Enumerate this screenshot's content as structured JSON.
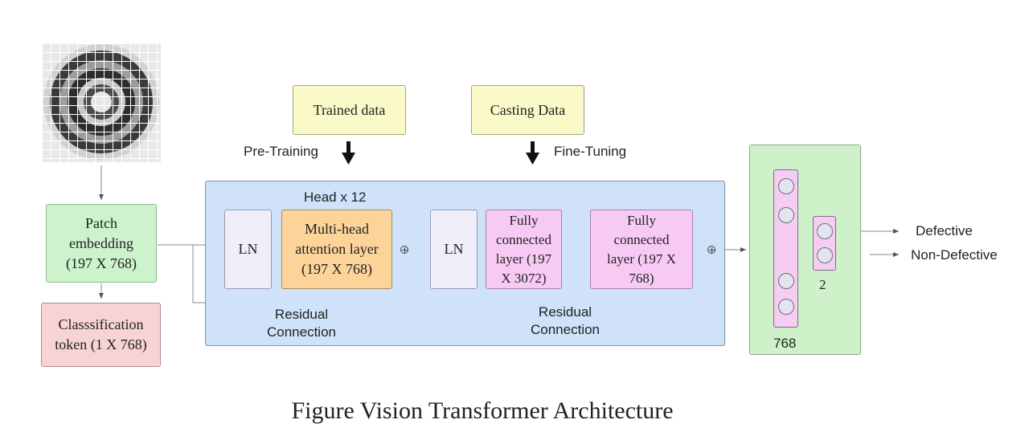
{
  "diagram": {
    "input_image_icon": "grid-concentric-ring-image",
    "patch_embedding": [
      "Patch",
      "embedding",
      "(197 X 768)"
    ],
    "classification_token": [
      "Classsification",
      "token (1 X 768)"
    ],
    "trained_data": "Trained data",
    "casting_data": "Casting Data",
    "pre_training": "Pre-Training",
    "fine_tuning": "Fine-Tuning",
    "head_label": "Head x 12",
    "ln": "LN",
    "mha": [
      "Multi-head",
      "attention layer",
      "(197 X 768)"
    ],
    "fc1": [
      "Fully",
      "connected",
      "layer (197",
      "X 3072)"
    ],
    "fc2": [
      "Fully",
      "connected",
      "layer (197 X",
      "768)"
    ],
    "residual_1": [
      "Residual",
      "Connection"
    ],
    "residual_2": [
      "Residual",
      "Connection"
    ],
    "layer_768": "768",
    "layer_2": "2",
    "defective": "Defective",
    "non_defective": "Non-Defective",
    "caption": "Figure Vision Transformer Architecture",
    "colors": {
      "green": "#cdf3cd",
      "pink": "#f8d3d3",
      "yellow": "#fafac9",
      "orange": "#fcd49a",
      "magenta": "#f7caf3",
      "blue": "#cfe2fa"
    }
  }
}
